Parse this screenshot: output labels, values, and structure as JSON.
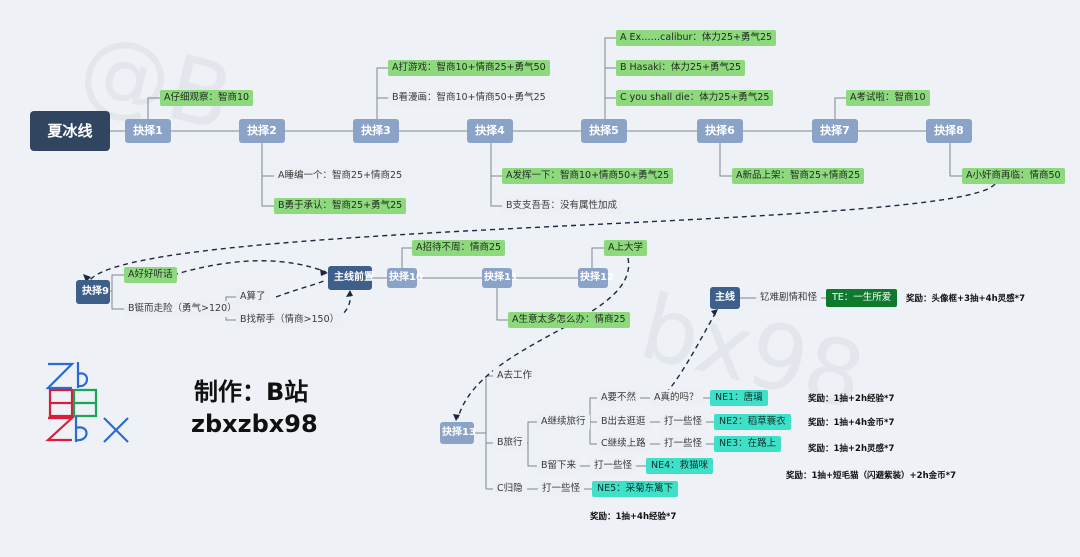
{
  "root": "夏冰线",
  "row1": {
    "c1": "抉择1",
    "c2": "抉择2",
    "c3": "抉择3",
    "c4": "抉择4",
    "c5": "抉择5",
    "c6": "抉择6",
    "c7": "抉择7",
    "c8": "抉择8",
    "c1a": "A仔细观察：智商10",
    "c2a": "A睡编一个：智商25+情商25",
    "c2b": "B勇于承认：智商25+勇气25",
    "c3a": "A打游戏：智商10+情商25+勇气50",
    "c3b": "B看漫画：智商10+情商50+勇气25",
    "c4a": "A发挥一下：智商10+情商50+勇气25",
    "c4b": "B支支吾吾：没有属性加成",
    "c5a": "A Ex……calibur：体力25+勇气25",
    "c5b": "B Hasaki：体力25+勇气25",
    "c5c": "C you shall die：体力25+勇气25",
    "c6a": "A新品上架：智商25+情商25",
    "c7a": "A考试啦：智商10",
    "c8a": "A小奸商再临：情商50"
  },
  "row2": {
    "c9": "抉择9",
    "c9a": "A好好听话",
    "c9b": "B铤而走险（勇气>120）",
    "c9b1": "A算了",
    "c9b2": "B找帮手（情商>150）",
    "pre": "主线前置",
    "c10": "抉择10",
    "c10a": "A招待不周：情商25",
    "c11": "抉择11",
    "c11a": "A生意太多怎么办：情商25",
    "c12": "抉择12",
    "c12a": "A上大学"
  },
  "mainline": {
    "label": "主线",
    "route": "钇难剧情和怪",
    "te": "TE：一生所爱",
    "reward": "奖励：头像框+3抽+4h灵感*7"
  },
  "row3": {
    "c13": "抉择13",
    "a": "A去工作",
    "b": "B旅行",
    "c": "C归隐",
    "b1": "A继续旅行",
    "b2": "B留下来",
    "b1a": "A要不然",
    "b1b": "B出去逛逛",
    "b1c": "C继续上路",
    "b1a1": "A真的吗？",
    "fight1": "打一些怪",
    "fight2": "打一些怪",
    "fight3": "打一些怪",
    "fight4": "打一些怪",
    "ne1": "NE1：唐璃",
    "ne2": "NE2：稻草蓑衣",
    "ne3": "NE3：在路上",
    "ne4": "NE4：救猫咪",
    "ne5": "NE5：采菊东篱下",
    "r1": "奖励：1抽+2h经验*7",
    "r2": "奖励：1抽+4h金币*7",
    "r3": "奖励：1抽+2h灵感*7",
    "r4": "奖励：1抽+短毛猫（闪避紫装）+2h金币*7",
    "r5": "奖励：1抽+4h经验*7"
  },
  "credit": {
    "line1": "制作：B站",
    "line2": "zbxzbx98"
  },
  "colors": {
    "root": "#2f4560",
    "choice": "#8ba3c7",
    "choice_dark": "#3e5f8a",
    "green": "#8ed97e",
    "cyan": "#3fe0c8",
    "te_green": "#0f7a2e",
    "background": "#eef2f6"
  }
}
